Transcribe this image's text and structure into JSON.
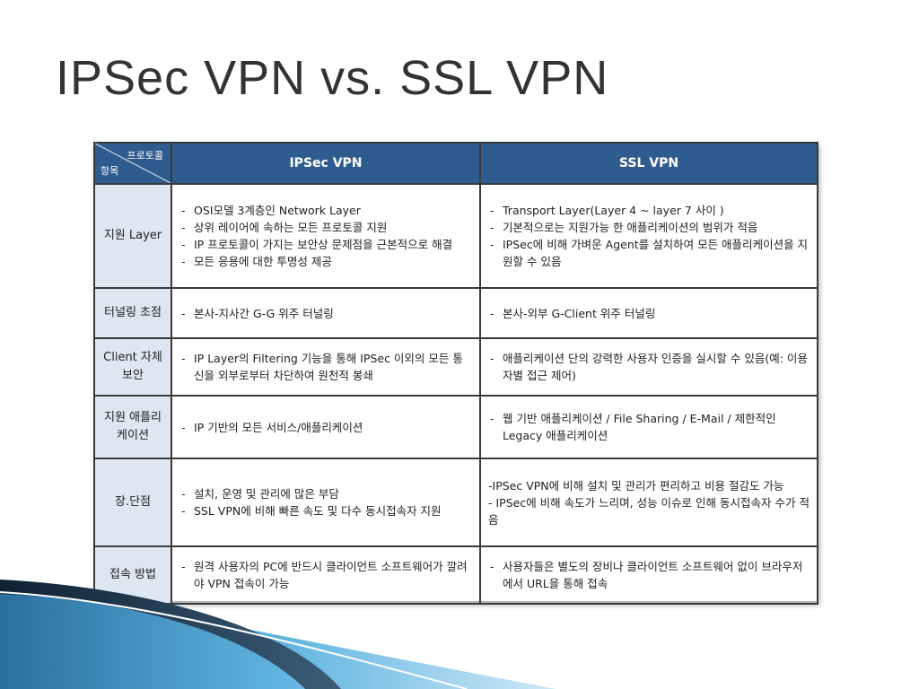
{
  "title": "IPSec VPN vs. SSL VPN",
  "table": {
    "corner_top": "프로토콜",
    "corner_bottom": "항목",
    "col1_header": "IPSec VPN",
    "col2_header": "SSL VPN",
    "rows": [
      {
        "label": "지원 Layer",
        "ipsec": [
          {
            "text": "OSI모델 3계층인 Network Layer"
          },
          {
            "text": "상위 레이어에 속하는 모든 프로토콜 지원"
          },
          {
            "text": "IP 프로토콜이 가지는 보안상 문제점을 근본적으로 해결"
          },
          {
            "text": "모든 응용에 대한 투명성 제공"
          }
        ],
        "ssl": [
          {
            "text": "Transport Layer(Layer 4 ~ layer 7 사이 )"
          },
          {
            "text": "기본적으로는 지원가능 한 애플리케이션의 범위가 적음"
          },
          {
            "text": "IPSec에 비해 가벼운 Agent를 설치하여 모든 애플리케이션을 지원할 수 있음"
          }
        ]
      },
      {
        "label": "터널링 초점",
        "ipsec": [
          {
            "text": "본사-지사간 G-G 위주 터널링"
          }
        ],
        "ssl": [
          {
            "text": "본사-외부 G-Client 위주 터널링"
          }
        ]
      },
      {
        "label": "Client 자체 보안",
        "ipsec": [
          {
            "text": "IP Layer의 Filtering 기능을 통해 IPSec 이외의 모든 통신을 외부로부터 차단하여 원천적 봉쇄"
          }
        ],
        "ssl": [
          {
            "text": "애플리케이션 단의 강력한 사용자 인증을 실시할 수 있음(예: 이용자별 접근 제어)"
          }
        ]
      },
      {
        "label": "지원 애플리케이션",
        "ipsec": [
          {
            "text": "IP 기반의 모든 서비스/애플리케이션"
          }
        ],
        "ssl": [
          {
            "text": "웹 기반 애플리케이션 / File Sharing / E-Mail / 제한적인 Legacy 애플리케이션"
          }
        ]
      },
      {
        "label": "장.단점",
        "ipsec": [
          {
            "text": "설치, 운영 및 관리에 많은 부담"
          },
          {
            "text": "SSL VPN에 비해 빠른 속도 및 다수 동시접속자 지원"
          }
        ],
        "ssl": [
          {
            "text": "-IPSec VPN에 비해 설치 및 관리가 편리하고 비용 절감도 가능"
          },
          {
            "text": "- IPSec에 비해 속도가 느리며, 성능 이슈로 인해 동시접속자 수가 적음"
          }
        ]
      },
      {
        "label": "접속 방법",
        "ipsec": [
          {
            "text": "원격 사용자의 PC에 반드시 클라이언트 소프트웨어가 깔려야 VPN 접속이 가능"
          }
        ],
        "ssl": [
          {
            "text": "사용자들은 별도의 장비나 클라이언트 소프트웨어 없이 브라우저에서 URL을 통해 접속"
          }
        ]
      }
    ]
  },
  "colors": {
    "header_bg": "#2f5c8e",
    "rowhead_bg": "#dde6f1",
    "title": "#333333",
    "deco_dark": "#1f3a52",
    "deco_light": "#4aa3d6"
  }
}
